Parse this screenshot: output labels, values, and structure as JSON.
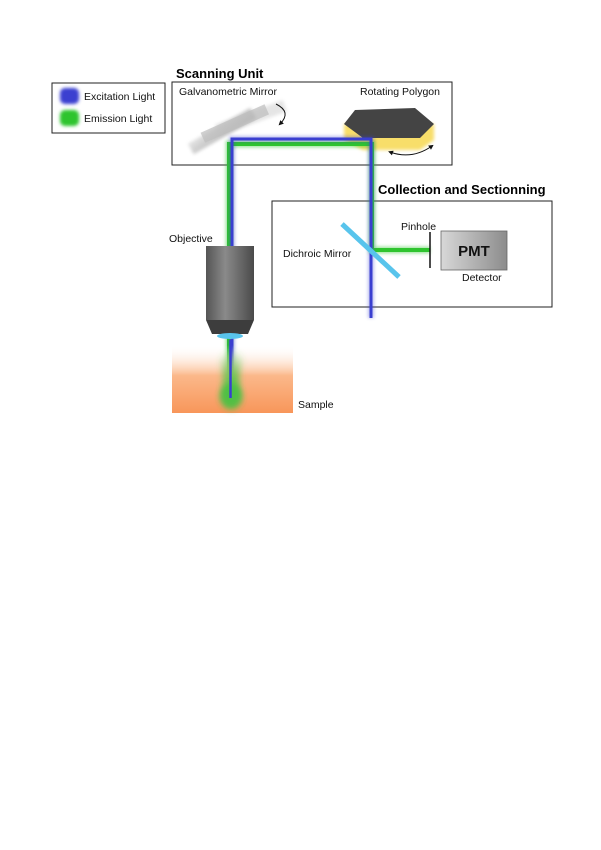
{
  "legend": {
    "excitation_label": "Excitation Light",
    "emission_label": "Emission Light"
  },
  "scanning_unit": {
    "title": "Scanning Unit",
    "galvo_label": "Galvanometric Mirror",
    "polygon_label": "Rotating Polygon"
  },
  "collection": {
    "title": "Collection and Sectionning",
    "pinhole_label": "Pinhole",
    "pmt_label": "PMT",
    "detector_label": "Detector",
    "dichroic_label": "Dichroic Mirror"
  },
  "objective_label": "Objective",
  "sample_label": "Sample",
  "colors": {
    "excitation": "#3a3fd0",
    "emission": "#2ec42e",
    "dichroic": "#58c4ec",
    "sample": "#f8965a",
    "polygon_top": "#444444",
    "polygon_side": "#f8de6a"
  }
}
